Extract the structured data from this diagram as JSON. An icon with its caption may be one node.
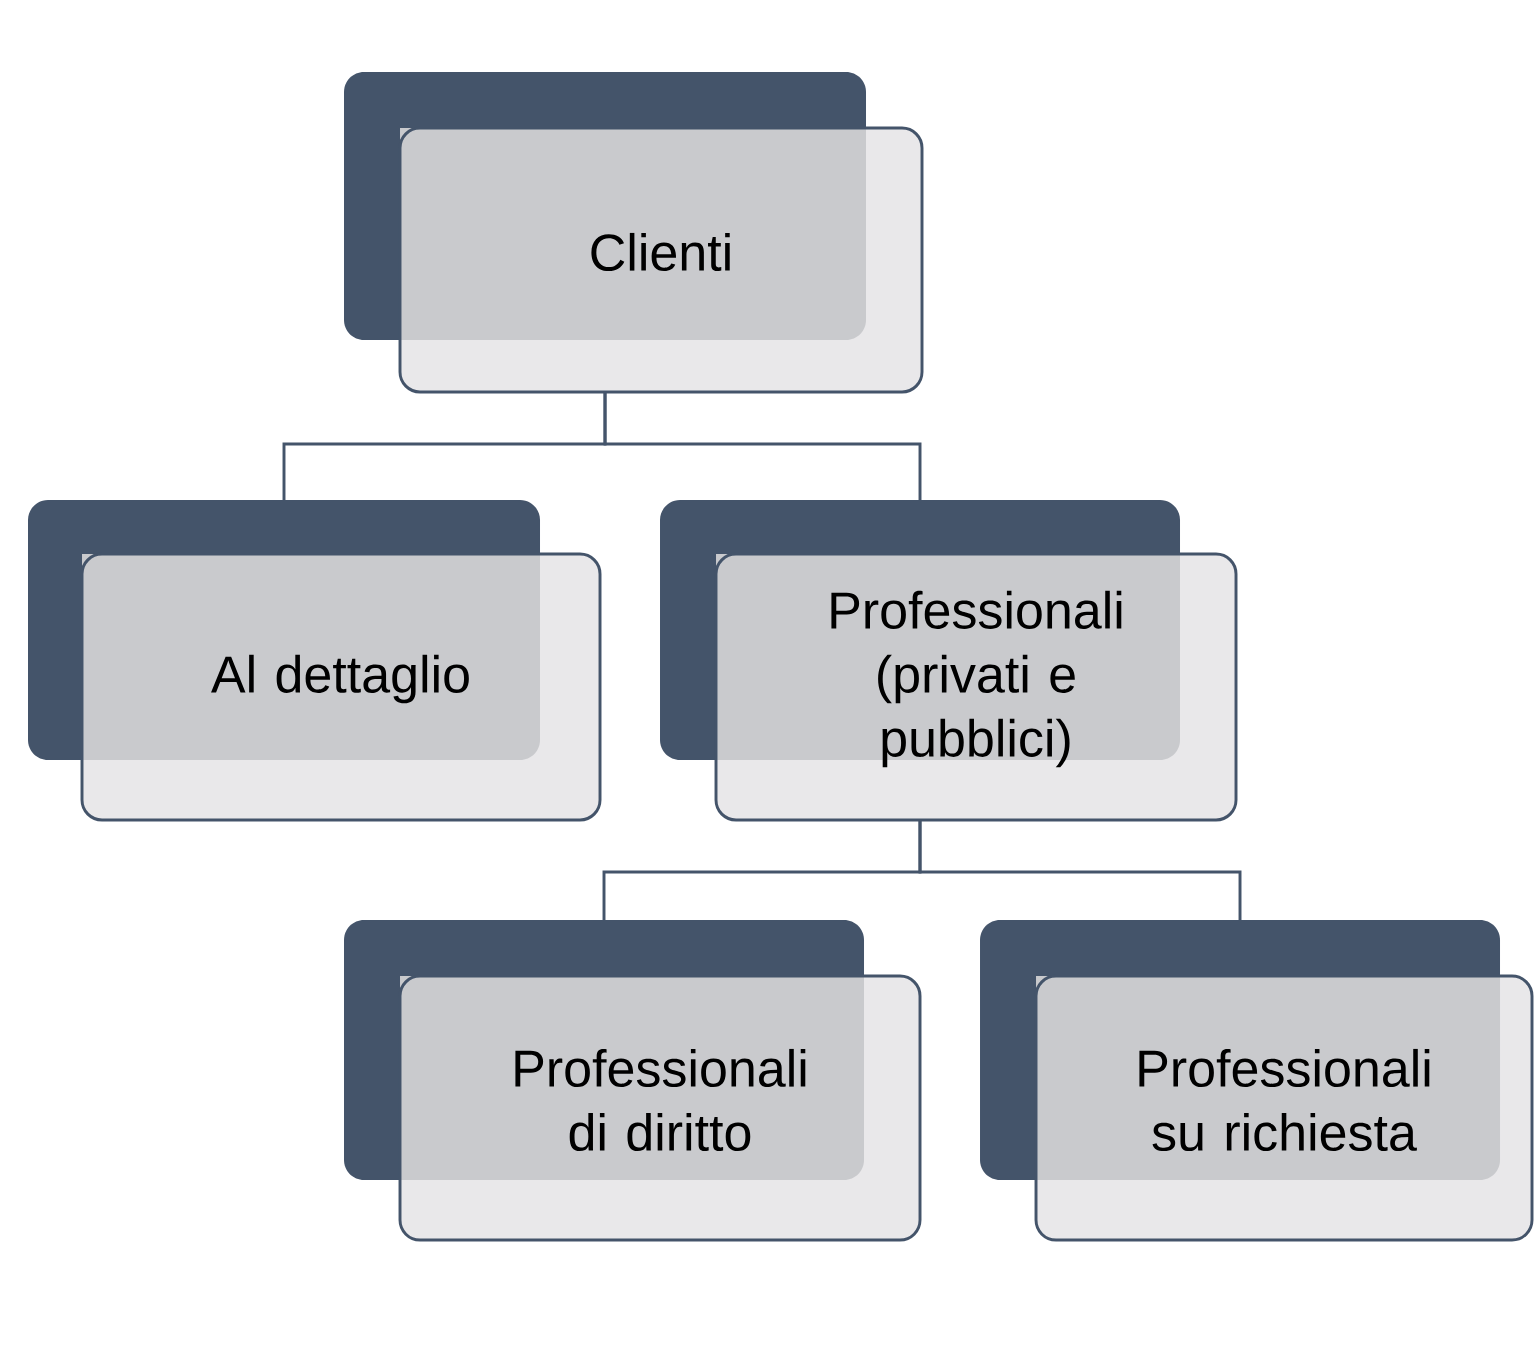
{
  "diagram": {
    "nodes": [
      {
        "text": [
          "Clienti"
        ]
      },
      {
        "text": [
          "Al dettaglio"
        ]
      },
      {
        "text": [
          "Professionali (privati e pubblici)"
        ]
      },
      {
        "text": [
          "Professionali di diritto"
        ]
      },
      {
        "text": [
          "Professionali su richiesta"
        ]
      }
    ],
    "edges": [
      {
        "from": 0,
        "to": 1,
        "arrow": "none"
      },
      {
        "from": 0,
        "to": 2,
        "arrow": "none"
      },
      {
        "from": 2,
        "to": 3,
        "arrow": "none"
      },
      {
        "from": 2,
        "to": 4,
        "arrow": "none"
      }
    ]
  }
}
